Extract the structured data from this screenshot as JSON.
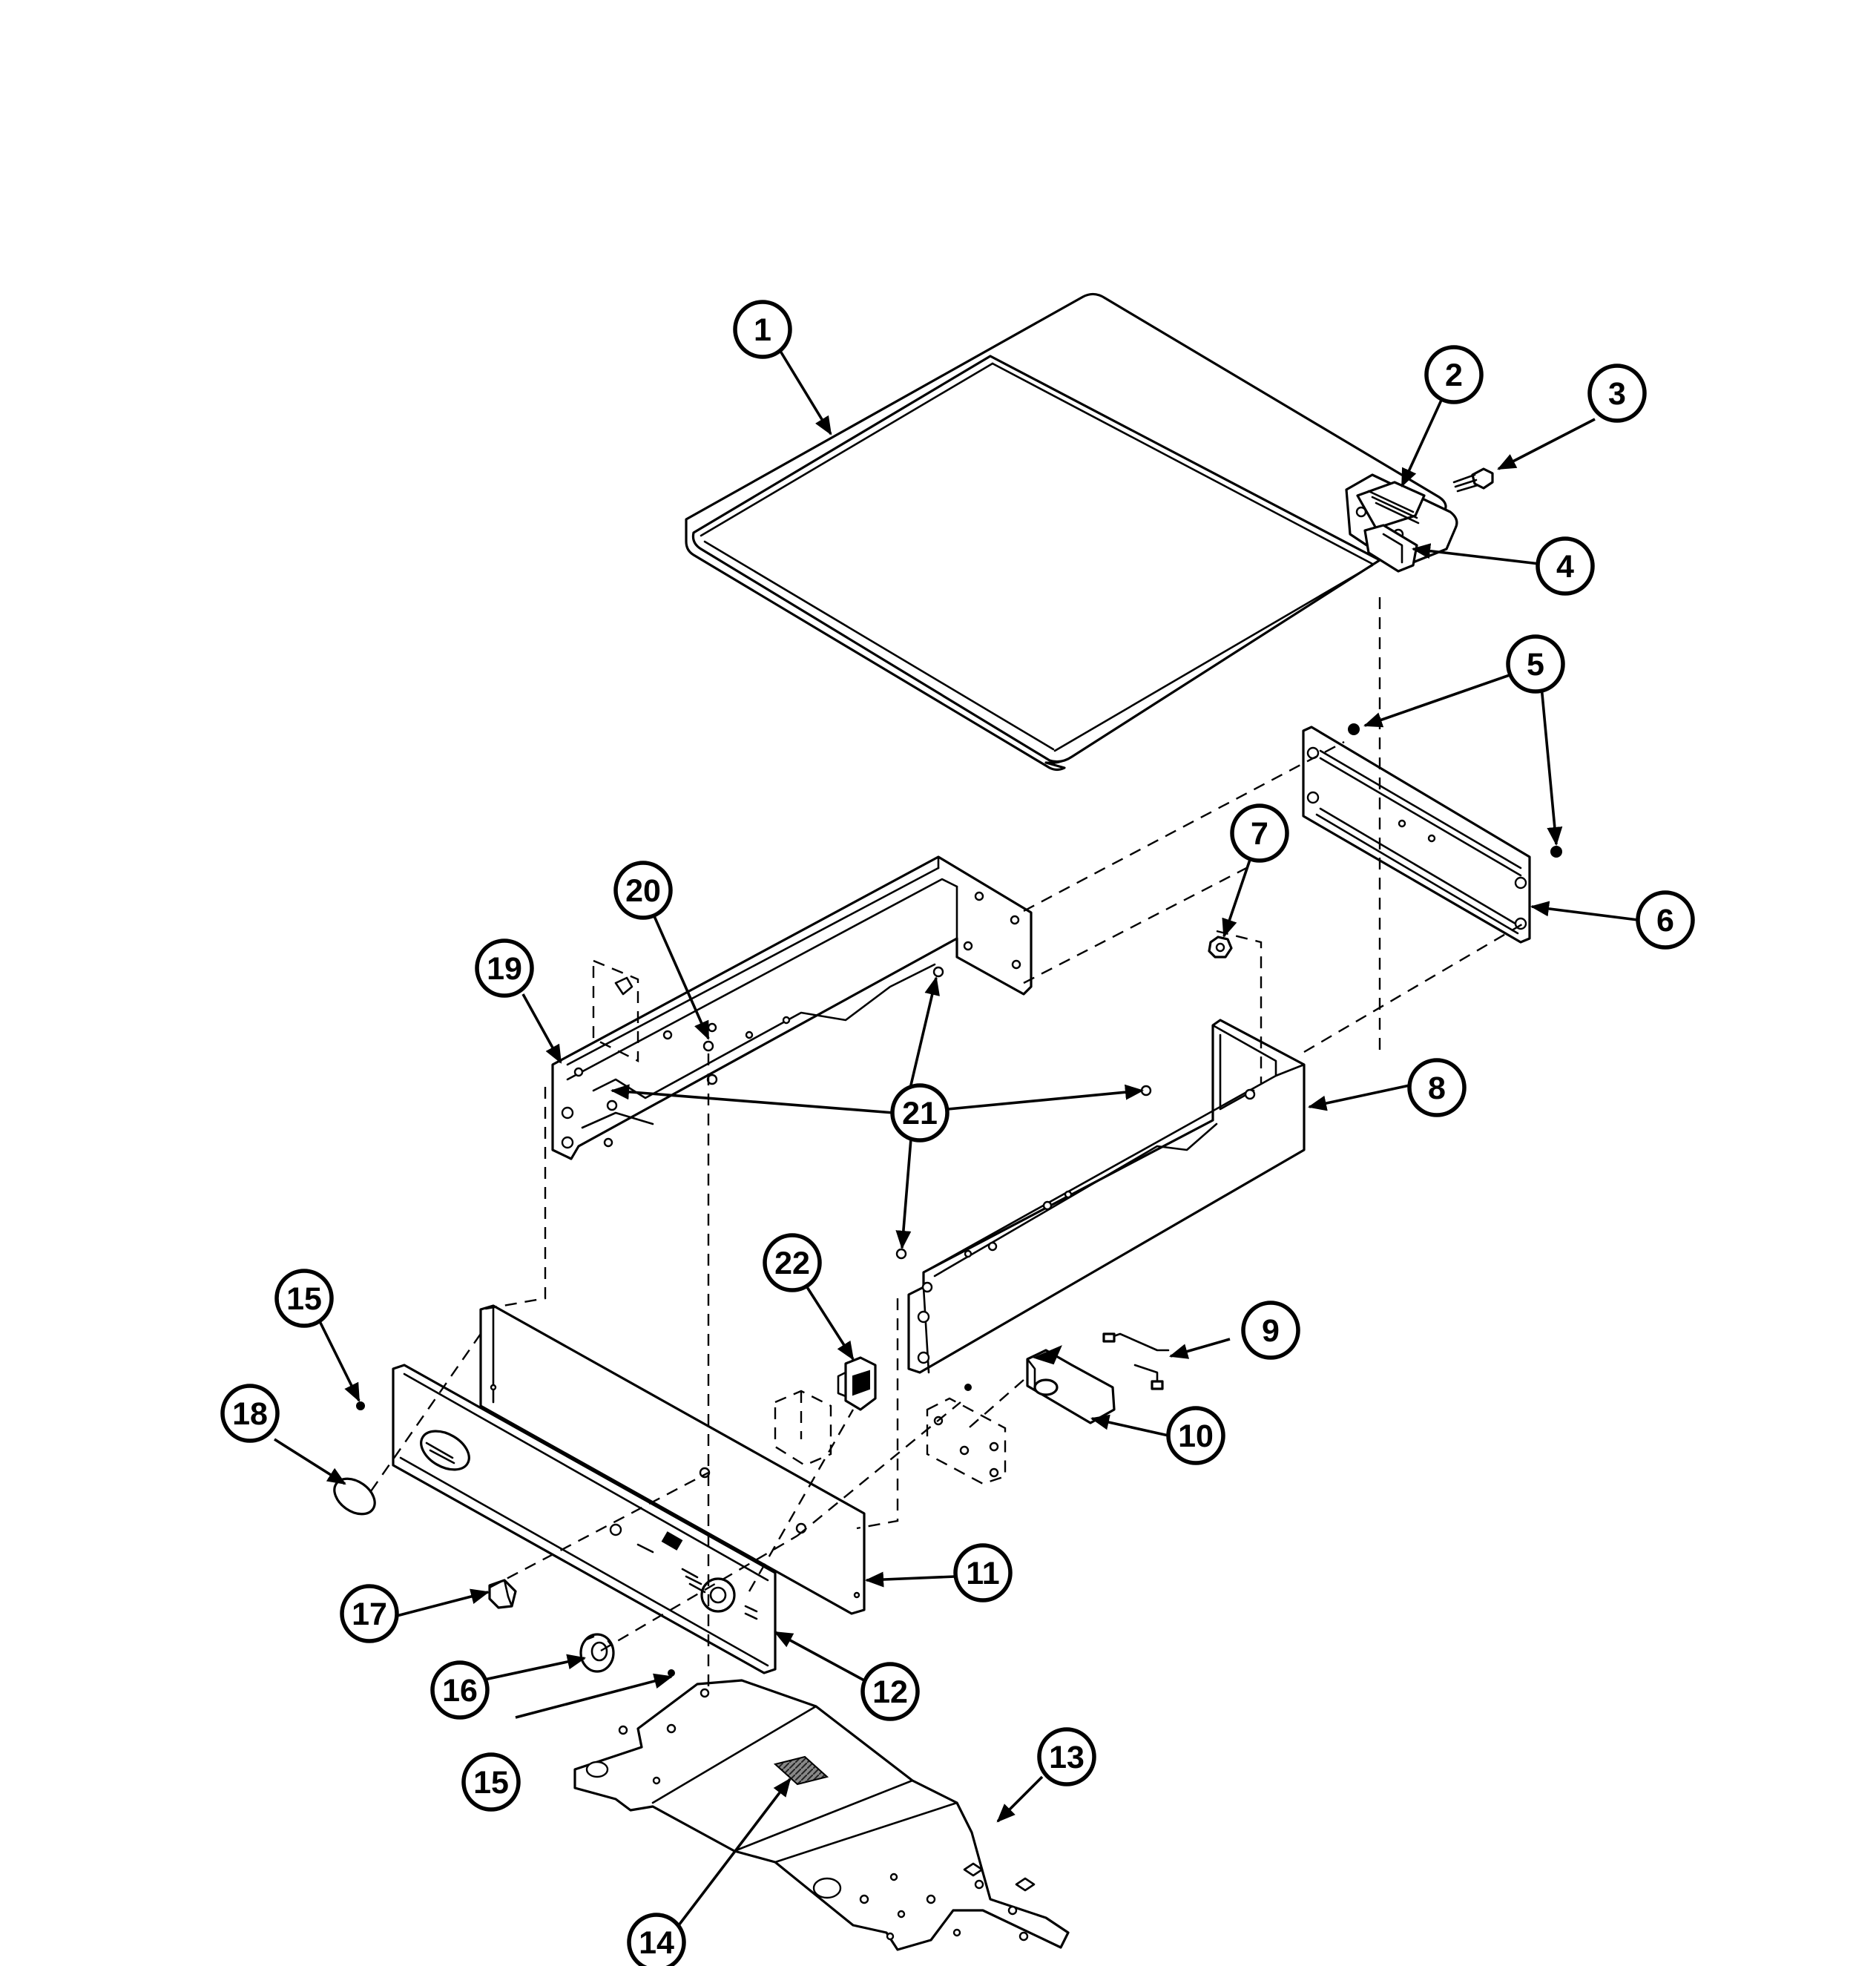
{
  "callouts": [
    {
      "label": "1"
    },
    {
      "label": "2"
    },
    {
      "label": "3"
    },
    {
      "label": "4"
    },
    {
      "label": "5"
    },
    {
      "label": "6"
    },
    {
      "label": "7"
    },
    {
      "label": "8"
    },
    {
      "label": "9"
    },
    {
      "label": "10"
    },
    {
      "label": "11"
    },
    {
      "label": "12"
    },
    {
      "label": "13"
    },
    {
      "label": "14"
    },
    {
      "label": "15"
    },
    {
      "label": "15"
    },
    {
      "label": "16"
    },
    {
      "label": "17"
    },
    {
      "label": "18"
    },
    {
      "label": "19"
    },
    {
      "label": "20"
    },
    {
      "label": "21"
    },
    {
      "label": "22"
    }
  ]
}
